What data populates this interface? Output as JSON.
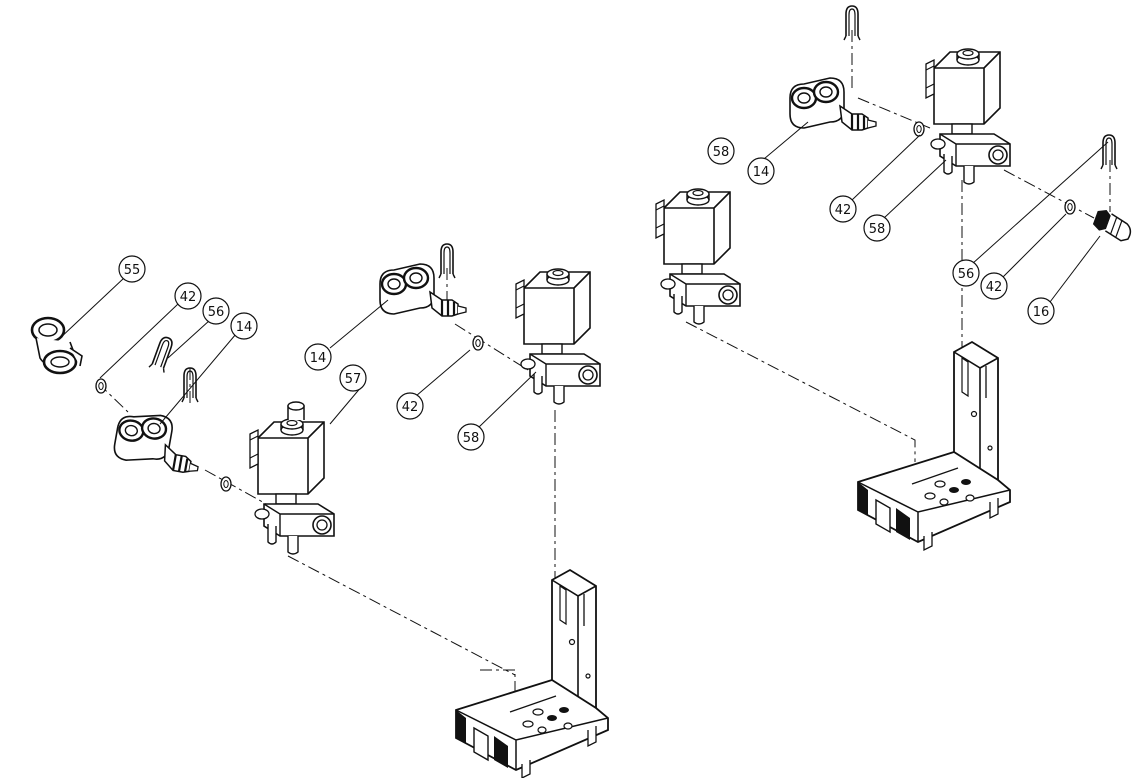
{
  "diagram": {
    "type": "exploded-parts-diagram",
    "colors": {
      "line": "#111111",
      "fill": "#ffffff",
      "shade": "#d9d9d9"
    },
    "callouts": [
      {
        "id": "c55",
        "label": "55"
      },
      {
        "id": "c42a",
        "label": "42"
      },
      {
        "id": "c56a",
        "label": "56"
      },
      {
        "id": "c14a",
        "label": "14"
      },
      {
        "id": "c14b",
        "label": "14"
      },
      {
        "id": "c57",
        "label": "57"
      },
      {
        "id": "c42b",
        "label": "42"
      },
      {
        "id": "c58a",
        "label": "58"
      },
      {
        "id": "c58b",
        "label": "58"
      },
      {
        "id": "c14c",
        "label": "14"
      },
      {
        "id": "c42c",
        "label": "42"
      },
      {
        "id": "c58c",
        "label": "58"
      },
      {
        "id": "c56b",
        "label": "56"
      },
      {
        "id": "c42d",
        "label": "42"
      },
      {
        "id": "c16",
        "label": "16"
      }
    ]
  }
}
